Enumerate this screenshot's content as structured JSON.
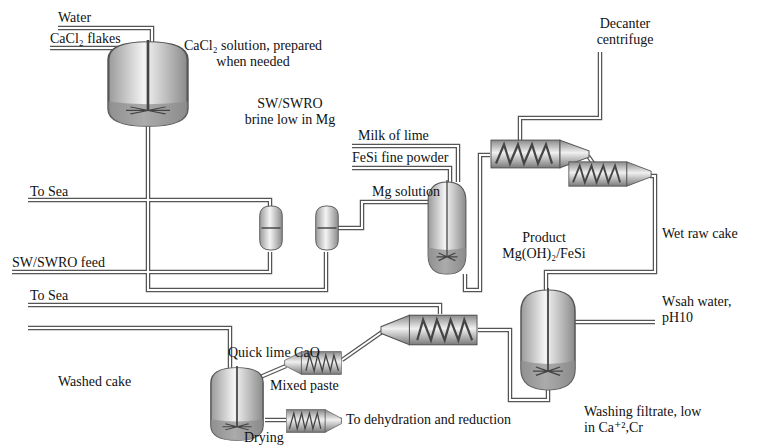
{
  "diagram": {
    "labels": [
      "Water",
      "CaCl₂ flakes",
      "CaCl₂ solution, prepared when needed",
      "SW/SWRO brine low in Mg",
      "To Sea",
      "SW/SWRO feed",
      "Milk of lime",
      "FeSi fine powder",
      "Mg solution",
      "Decanter centrifuge",
      "Product Mg(OH)₂/FeSi",
      "Wet raw cake",
      "To Sea",
      "Wsah water, pH10",
      "Quick lime CaO",
      "Washed cake",
      "Mixed paste",
      "Washing filtrate, low in Ca⁺²,Cr",
      "To dehydration and reduction",
      "Drying"
    ]
  }
}
